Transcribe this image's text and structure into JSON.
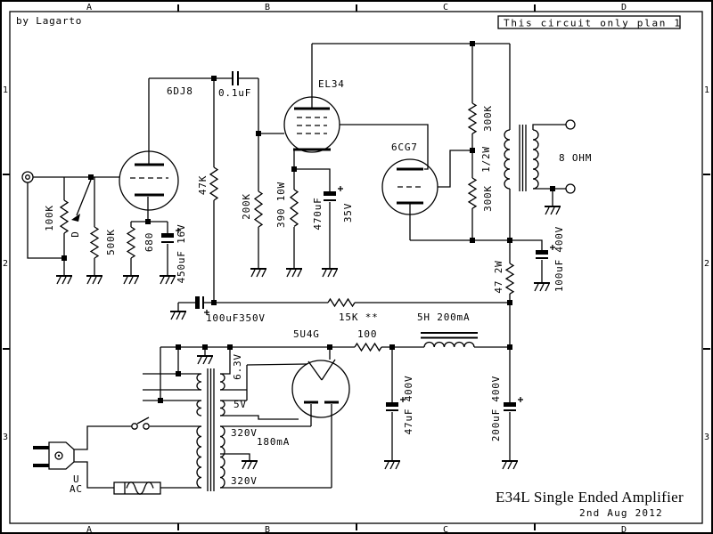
{
  "frame": {
    "author": "by Lagarto",
    "note": "This circuit only plan 1",
    "title": "E34L Single Ended Amplifier",
    "date": "2nd Aug 2012",
    "ruler_columns": [
      "A",
      "B",
      "C",
      "D"
    ],
    "ruler_rows": [
      "1",
      "2",
      "3"
    ]
  },
  "tubes": {
    "input": "6DJ8",
    "output": "EL34",
    "driver": "6CG7",
    "rectifier": "5U4G"
  },
  "components": {
    "volume_pot": "100K",
    "pot_tap": "D",
    "r_grid": "500K",
    "r_cathode1": "680",
    "c_cathode1": "450uF 16V",
    "r_plate1": "47K",
    "c_coupling": "0.1uF",
    "r_grid_el34": "200K",
    "r_cathode_el34": "390 10W",
    "c_cathode_el34": "470uF",
    "c_cathode_el34_v": "35V",
    "r_divider_upper": "300K",
    "divider_wattage": "1/2W",
    "r_divider_lower": "300K",
    "speaker_impedance": "8 OHM",
    "r_bplus": "47 2W",
    "c_bplus": "100uF 400V",
    "c_feedback": "100uF350V",
    "r_feedback": "15K **",
    "choke": "5H 200mA",
    "r_filter": "100",
    "c_filter1": "47uF 400V",
    "c_filter2": "200uF 400V",
    "winding_heater": "6.3V",
    "winding_rectifier": "5V",
    "winding_hv_upper": "320V",
    "winding_hv_current": "180mA",
    "winding_hv_lower": "320V",
    "mains_u": "U",
    "mains_ac": "AC"
  }
}
